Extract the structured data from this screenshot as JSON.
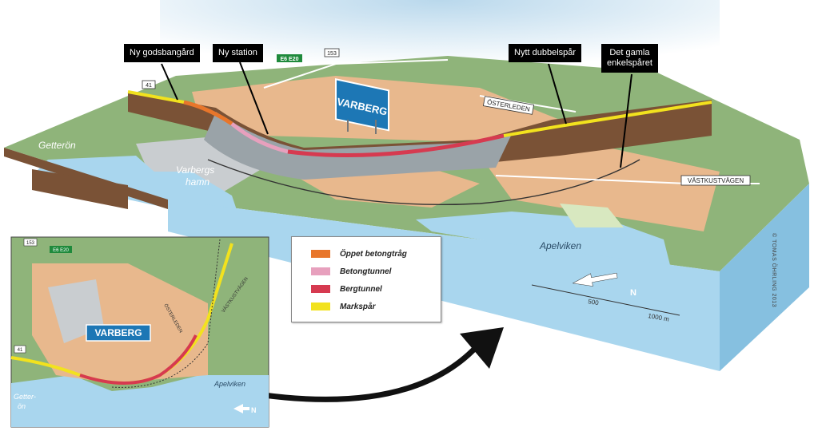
{
  "callouts": {
    "godsbangard": "Ny godsbangård",
    "station": "Ny station",
    "dubbelspar": "Nytt dubbelspår",
    "enkelsparet_line1": "Det gamla",
    "enkelsparet_line2": "enkelspåret"
  },
  "road_shields": {
    "e6_main": "E6 E20",
    "r153_main": "153",
    "r41_main": "41",
    "e6_inset": "E6 E20",
    "r153_inset": "153",
    "r41_inset": "41"
  },
  "place_labels": {
    "city_sign": "VARBERG",
    "getteron": "Getterön",
    "hamn_line1": "Varbergs",
    "hamn_line2": "hamn",
    "apelviken": "Apelviken"
  },
  "road_labels": {
    "osterleden": "ÖSTERLEDEN",
    "vastkustvagen": "VÄSTKUSTVÄGEN"
  },
  "scale": {
    "label_500": "500",
    "label_1000": "1000 m",
    "north_letter": "N"
  },
  "inset": {
    "city_sign": "VARBERG",
    "osterleden": "ÖSTERLEDEN",
    "vastkustvagen": "VÄSTKUSTVÄGEN",
    "getter_line1": "Getter-",
    "getter_line2": "ön",
    "apelviken": "Apelviken",
    "north_letter": "N"
  },
  "legend": {
    "items": [
      {
        "label": "Öppet betongtråg",
        "color": "#e8762b"
      },
      {
        "label": "Betongtunnel",
        "color": "#e7a0bd"
      },
      {
        "label": "Bergtunnel",
        "color": "#d63a50"
      },
      {
        "label": "Markspår",
        "color": "#f2e21e"
      }
    ]
  },
  "credit": "© TOMAS ÖHRLING 2013",
  "colors": {
    "grass": "#8fb47a",
    "water": "#a9d6ee",
    "urban": "#e8b88d",
    "soil": "#7a5236",
    "cut": "#9aa3a8"
  }
}
